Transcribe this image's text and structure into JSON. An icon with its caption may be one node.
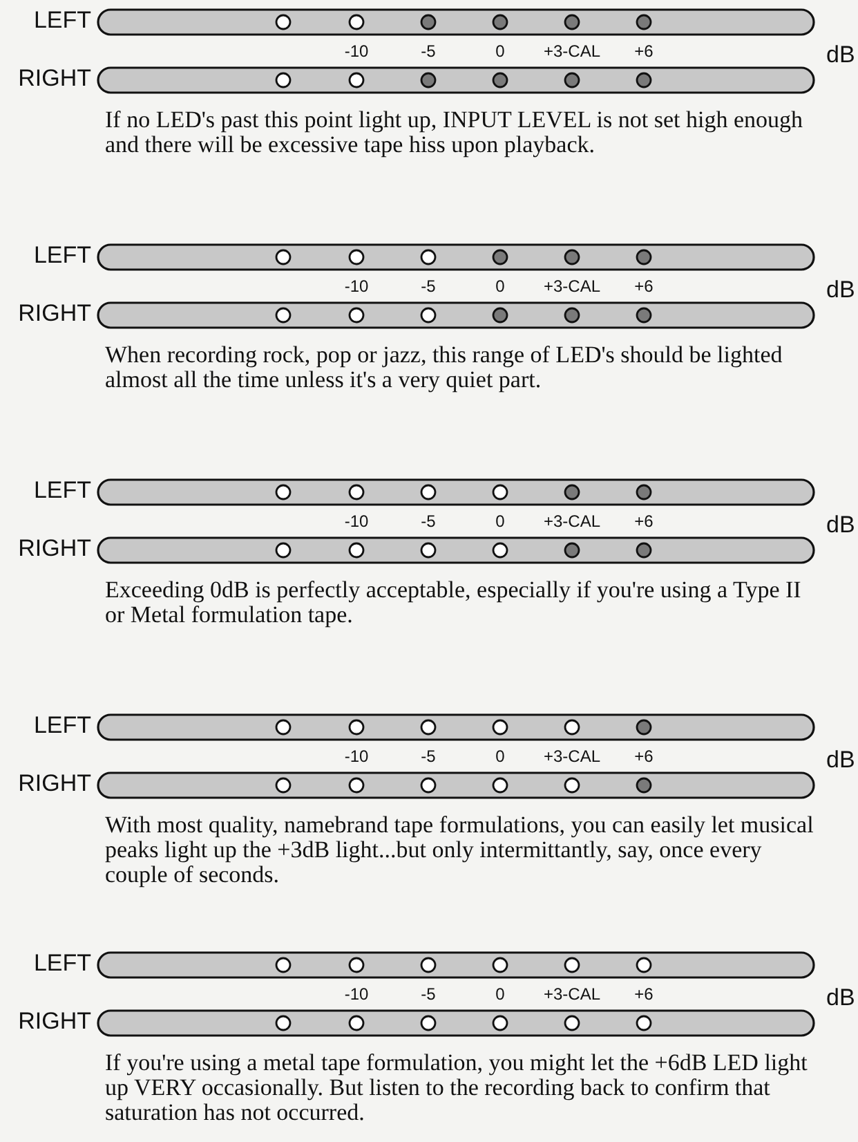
{
  "diagram": {
    "nodes": [
      {
        "text": [],
        "shape": "bar",
        "beside": [
          "LEFT"
        ]
      },
      {
        "text": [],
        "shape": "bar",
        "beside": [
          "RIGHT"
        ]
      },
      {
        "text": [],
        "shape": "bar",
        "beside": [
          "LEFT"
        ]
      },
      {
        "text": [],
        "shape": "bar",
        "beside": [
          "RIGHT"
        ]
      },
      {
        "text": [],
        "shape": "bar",
        "beside": [
          "LEFT"
        ]
      },
      {
        "text": [],
        "shape": "bar",
        "beside": [
          "RIGHT"
        ]
      },
      {
        "text": [],
        "shape": "bar",
        "beside": [
          "LEFT"
        ]
      },
      {
        "text": [],
        "shape": "bar",
        "beside": [
          "RIGHT"
        ]
      },
      {
        "text": [],
        "shape": "bar",
        "beside": [
          "LEFT"
        ]
      },
      {
        "text": [],
        "shape": "bar",
        "beside": [
          "RIGHT"
        ]
      }
    ],
    "labels": [
      "-10",
      "-5",
      "0",
      "+3-CAL",
      "+6",
      "dB",
      "If no LED's past this point light up, INPUT LEVEL is not set high enough and there will be excessive tape hiss upon playback.",
      "-10",
      "-5",
      "0",
      "+3-CAL",
      "+6",
      "dB",
      "When recording rock, pop or jazz, this range of LED's should be lighted almost all the time unless it's a very quiet part.",
      "-10",
      "-5",
      "0",
      "+3-CAL",
      "+6",
      "dB",
      "Exceeding 0dB is perfectly acceptable, especially if you're using a Type II or Metal formulation tape.",
      "-10",
      "-5",
      "0",
      "+3-CAL",
      "+6",
      "dB",
      "With most quality, namebrand tape formulations, you can easily let musical peaks light up the +3dB light...but only intermittantly, say, once every couple of seconds.",
      "-10",
      "-5",
      "0",
      "+3-CAL",
      "+6",
      "dB",
      "If you're using a metal tape formulation, you might let the +6dB LED light up VERY occasionally.  But listen to the recording back to confirm that saturation has not occurred."
    ]
  }
}
